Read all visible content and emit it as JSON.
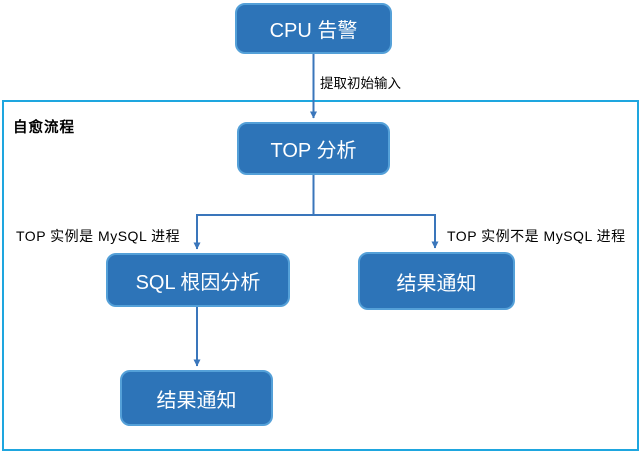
{
  "diagram": {
    "container": {
      "label": "自愈流程"
    },
    "nodes": {
      "cpu_alert": {
        "label": "CPU 告警"
      },
      "top_analysis": {
        "label": "TOP 分析"
      },
      "sql_root_cause": {
        "label": "SQL 根因分析"
      },
      "result_notify_right": {
        "label": "结果通知"
      },
      "result_notify_bottom": {
        "label": "结果通知"
      }
    },
    "edges": {
      "extract_initial_input": {
        "label": "提取初始输入"
      },
      "is_mysql_process": {
        "label": "TOP 实例是 MySQL 进程"
      },
      "not_mysql_process": {
        "label": "TOP 实例不是 MySQL 进程"
      }
    },
    "colors": {
      "node_fill": "#2D74B8",
      "node_stroke": "#54A0D8",
      "connector": "#3A76BB",
      "container_border": "#1EA6DF",
      "node_text": "#FFFFFF",
      "label_text": "#000000"
    }
  }
}
